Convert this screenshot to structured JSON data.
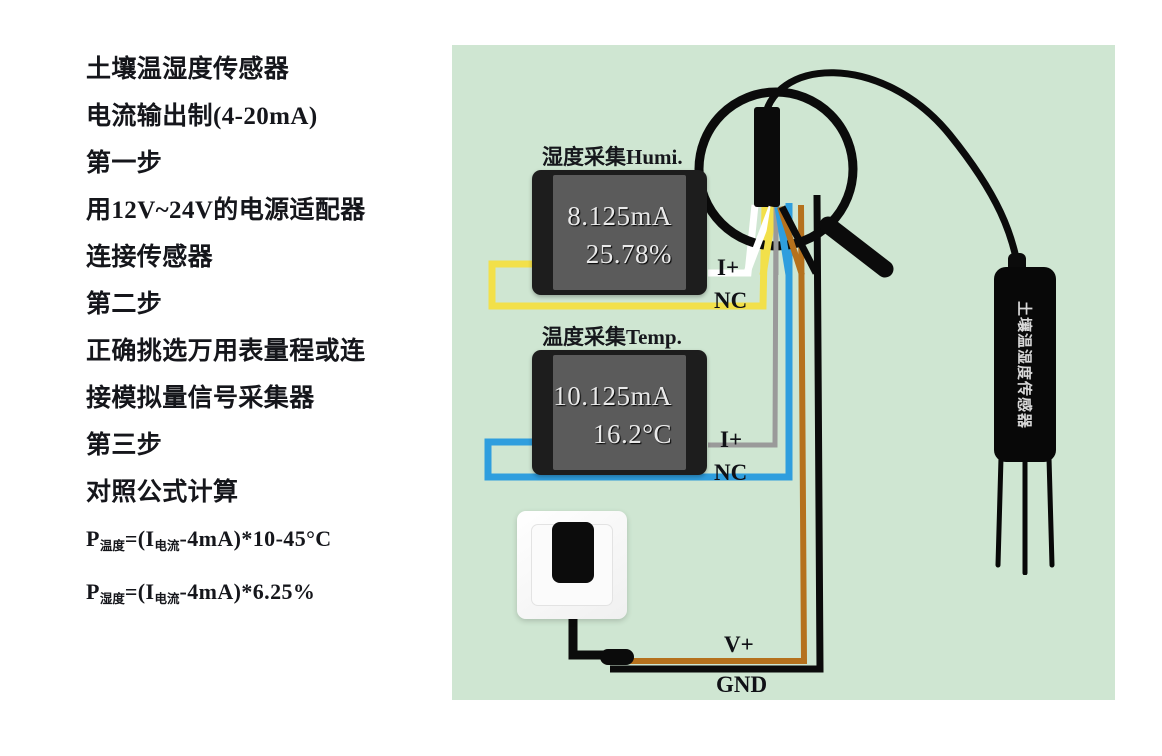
{
  "instructions": {
    "lines": [
      "土壤温湿度传感器",
      "电流输出制(4-20mA)",
      "第一步",
      "用12V~24V的电源适配器",
      "连接传感器",
      "第二步",
      "正确挑选万用表量程或连",
      "接模拟量信号采集器",
      "第三步",
      "对照公式计算"
    ],
    "formula_temp": {
      "p": "P",
      "p_sub": "温度",
      "eq": "=(",
      "i": "I",
      "i_sub": "电流",
      "tail": "-4mA)*10-45°C"
    },
    "formula_humi": {
      "p": "P",
      "p_sub": "湿度",
      "eq": "=(",
      "i": "I",
      "i_sub": "电流",
      "tail": "-4mA)*6.25%"
    }
  },
  "diagram": {
    "background_color": "#cfe6d2",
    "humidity_meter": {
      "caption": "湿度采集Humi.",
      "current": "8.125mA",
      "reading": "25.78%",
      "terminal_positive": "I+",
      "terminal_nc": "NC"
    },
    "temperature_meter": {
      "caption": "温度采集Temp.",
      "current": "10.125mA",
      "reading": "16.2°C",
      "terminal_positive": "I+",
      "terminal_nc": "NC"
    },
    "power": {
      "v_plus": "V+",
      "gnd": "GND"
    },
    "probe": {
      "label": "土壤温湿度传感器"
    },
    "wires": [
      {
        "name": "white",
        "color": "#ffffff",
        "function": "I+ humidity"
      },
      {
        "name": "yellow",
        "color": "#f2e04a",
        "function": "NC humidity"
      },
      {
        "name": "gray",
        "color": "#9a9a9a",
        "function": "I+ temperature"
      },
      {
        "name": "blue",
        "color": "#2f9ede",
        "function": "NC temperature"
      },
      {
        "name": "brown",
        "color": "#b5711d",
        "function": "V+"
      },
      {
        "name": "black",
        "color": "#0b0b0b",
        "function": "GND"
      }
    ]
  }
}
